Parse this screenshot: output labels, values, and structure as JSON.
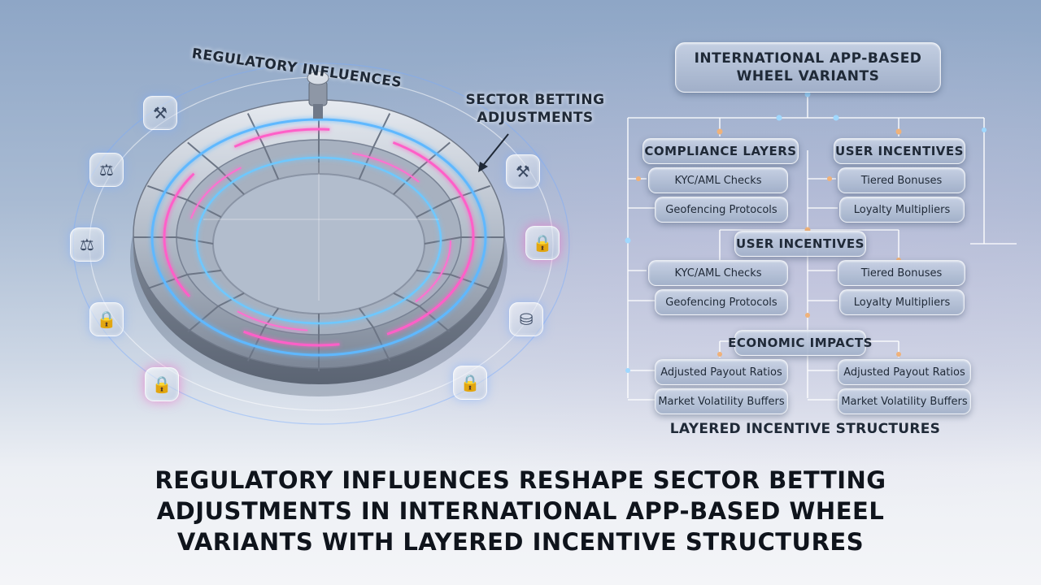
{
  "wheel": {
    "arc_label": "REGULATORY INFLUENCES",
    "sector_label_line1": "SECTOR BETTING",
    "sector_label_line2": "ADJUSTMENTS",
    "icons": [
      {
        "name": "gavel-icon",
        "glyph": "⚖"
      },
      {
        "name": "scales-icon",
        "glyph": "⚖"
      },
      {
        "name": "scales-icon",
        "glyph": "⚖"
      },
      {
        "name": "lock-icon",
        "glyph": "🔒"
      },
      {
        "name": "lock-icon",
        "glyph": "🔒"
      },
      {
        "name": "lock-icon",
        "glyph": "🔒"
      },
      {
        "name": "gavel-icon",
        "glyph": "⚖"
      },
      {
        "name": "lock-icon",
        "glyph": "🔒"
      },
      {
        "name": "coins-icon",
        "glyph": "⛁"
      }
    ]
  },
  "tree": {
    "root_line1": "INTERNATIONAL APP-BASED",
    "root_line2": "WHEEL VARIANTS",
    "compliance_layers": "COMPLIANCE LAYERS",
    "user_incentives_1": "USER INCENTIVES",
    "user_incentives_2": "USER INCENTIVES",
    "economic_impacts": "ECONOMIC IMPACTS",
    "leaves": {
      "kyc_1": "KYC/AML Checks",
      "geo_1": "Geofencing Protocols",
      "tiered_1": "Tiered Bonuses",
      "loyalty_1": "Loyalty Multipliers",
      "kyc_2": "KYC/AML Checks",
      "geo_2": "Geofencing Protocols",
      "tiered_2": "Tiered Bonuses",
      "loyalty_2": "Loyalty Multipliers",
      "payout_1": "Adjusted Payout Ratios",
      "volatility_1": "Market Volatility Buffers",
      "payout_2": "Adjusted Payout Ratios",
      "volatility_2": "Market Volatility Buffers"
    },
    "caption": "LAYERED INCENTIVE STRUCTURES"
  },
  "title": {
    "line1": "REGULATORY INFLUENCES RESHAPE SECTOR BETTING",
    "line2": "ADJUSTMENTS IN INTERNATIONAL APP-BASED WHEEL",
    "line3": "VARIANTS WITH LAYERED INCENTIVE STRUCTURES"
  },
  "colors": {
    "neon_blue": "#5fb8ff",
    "neon_pink": "#ff5fc8",
    "connector_orange": "#f0b27a"
  }
}
